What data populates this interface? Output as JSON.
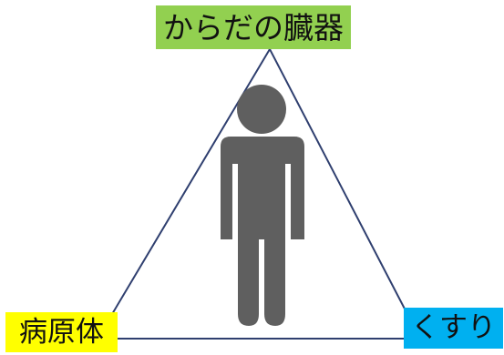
{
  "diagram": {
    "labels": {
      "top": "からだの臓器",
      "bottom_left": "病原体",
      "bottom_right": "くすり"
    },
    "colors": {
      "top_label_bg": "#92d050",
      "bottom_left_label_bg": "#ffff00",
      "bottom_right_label_bg": "#00b0f0",
      "triangle_stroke": "#2f3f6f",
      "person_fill": "#5f5f5f"
    },
    "center_icon": "person-icon"
  }
}
